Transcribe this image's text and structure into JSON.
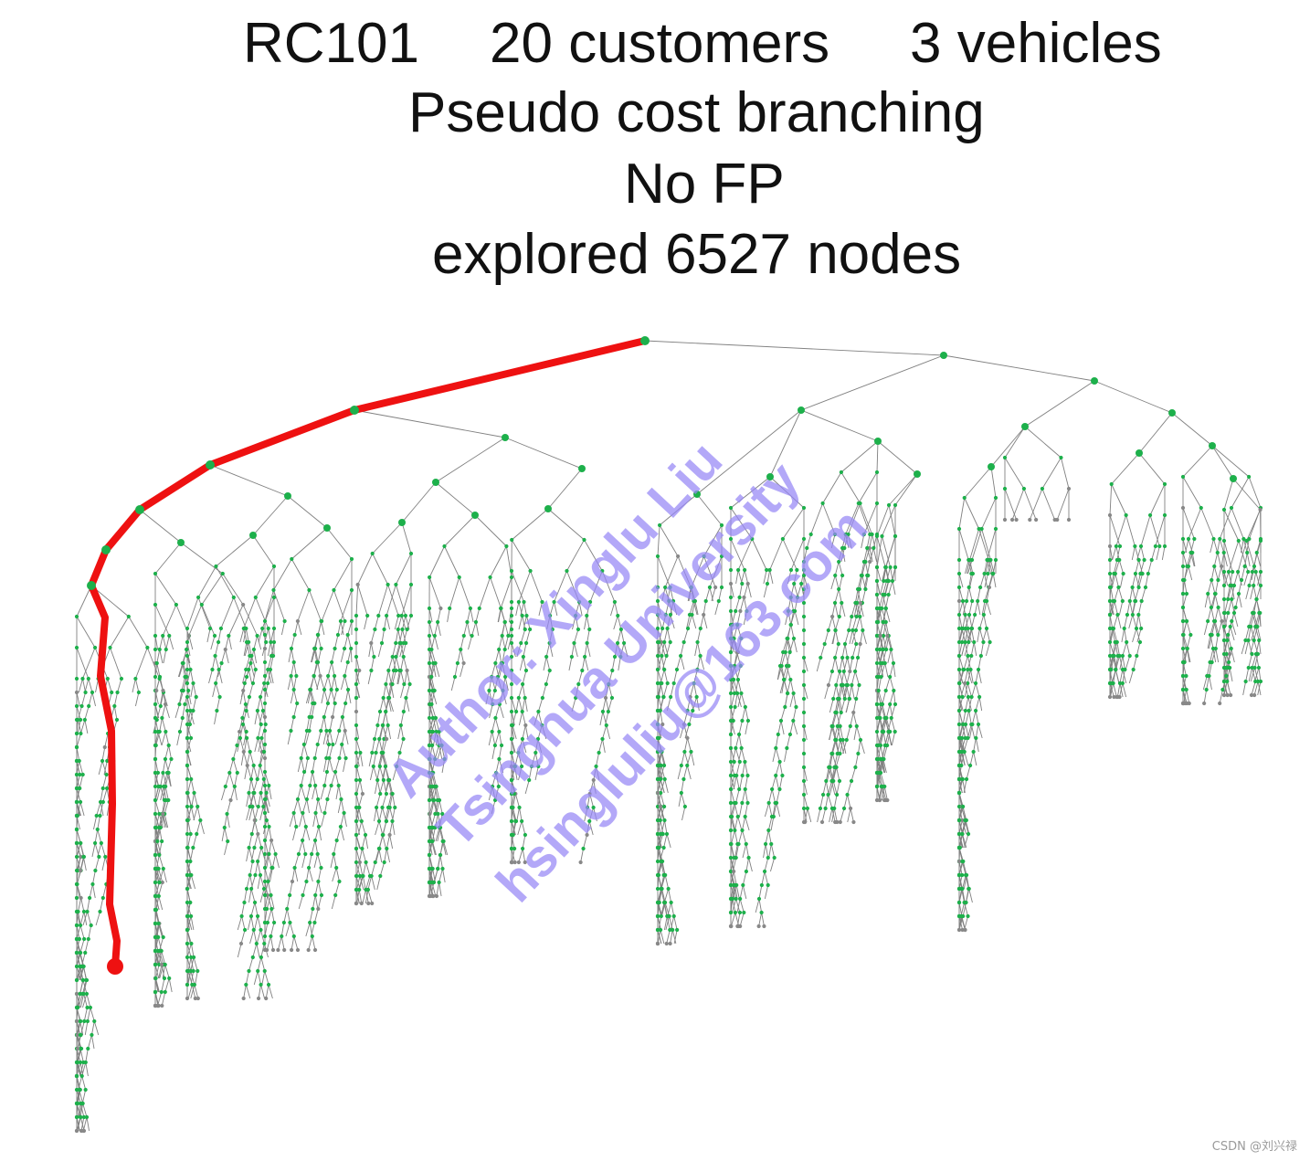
{
  "title": {
    "instance": "RC101",
    "customers": "20 customers",
    "vehicles": "3 vehicles",
    "strategy": "Pseudo cost branching",
    "heuristic": "No FP",
    "explored": "explored 6527 nodes"
  },
  "watermark": {
    "line1": "Author: Xinglu Liu",
    "line2": "Tsinghua University",
    "line3": "hsingluliu@163.com"
  },
  "credit": "CSDN @刘兴禄",
  "colors": {
    "node_open": "#1db04b",
    "node_pruned": "#888888",
    "edge": "#808080",
    "path": "#ee1111",
    "watermark": "#9687f5"
  }
}
